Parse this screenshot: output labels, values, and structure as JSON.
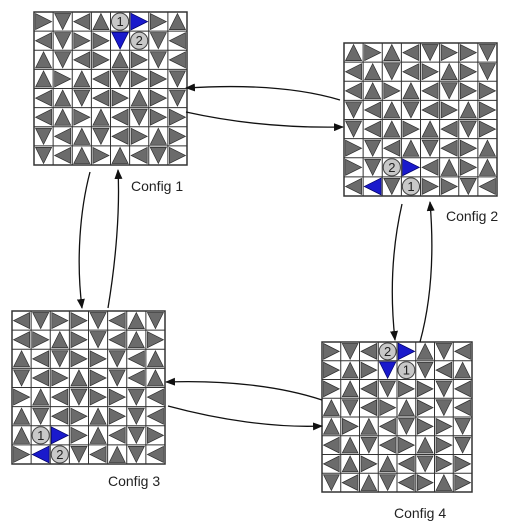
{
  "configs": [
    {
      "label": "Config 1",
      "blockers": [
        "1",
        "2"
      ],
      "arrows": 2
    },
    {
      "label": "Config 2",
      "blockers": [
        "1",
        "2"
      ],
      "arrows": 2
    },
    {
      "label": "Config 3",
      "blockers": [
        "1",
        "2"
      ],
      "arrows": 2
    },
    {
      "label": "Config 4",
      "blockers": [
        "1",
        "2"
      ],
      "arrows": 2
    }
  ],
  "transitions": [
    {
      "from": "Config 1",
      "to": "Config 2"
    },
    {
      "from": "Config 2",
      "to": "Config 1"
    },
    {
      "from": "Config 1",
      "to": "Config 3"
    },
    {
      "from": "Config 3",
      "to": "Config 1"
    },
    {
      "from": "Config 2",
      "to": "Config 4"
    },
    {
      "from": "Config 4",
      "to": "Config 2"
    },
    {
      "from": "Config 3",
      "to": "Config 4"
    },
    {
      "from": "Config 4",
      "to": "Config 3"
    }
  ],
  "colors": {
    "grid": "#333333",
    "cell_bg": "#ffffff",
    "piece": "#6b6b6b",
    "blocker_fill": "#c8c8c8",
    "special_arrow": "#1a1acc",
    "edge": "#111111"
  }
}
